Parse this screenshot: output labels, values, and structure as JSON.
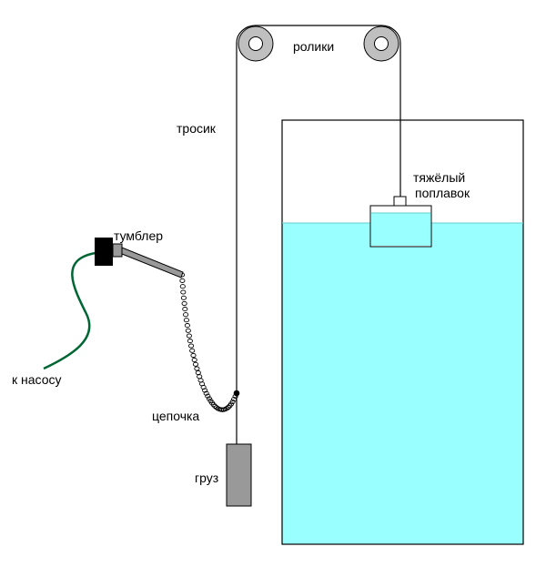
{
  "labels": {
    "rollers": "ролики",
    "cable": "тросик",
    "float_line1": "тяжёлый",
    "float_line2": "поплавок",
    "switch": "тумблер",
    "to_pump": "к насосу",
    "chain": "цепочка",
    "weight": "груз"
  },
  "colors": {
    "water": "#99ffff",
    "tank_outline": "#000000",
    "pulley": "#bfbfbf",
    "pump_wire": "#006633",
    "weight": "#999999",
    "switch_body": "#000000",
    "switch_lever": "#999999",
    "chain": "#000000"
  },
  "icons": {
    "pulley": "pulley-wheel-icon",
    "switch": "toggle-switch-icon"
  }
}
